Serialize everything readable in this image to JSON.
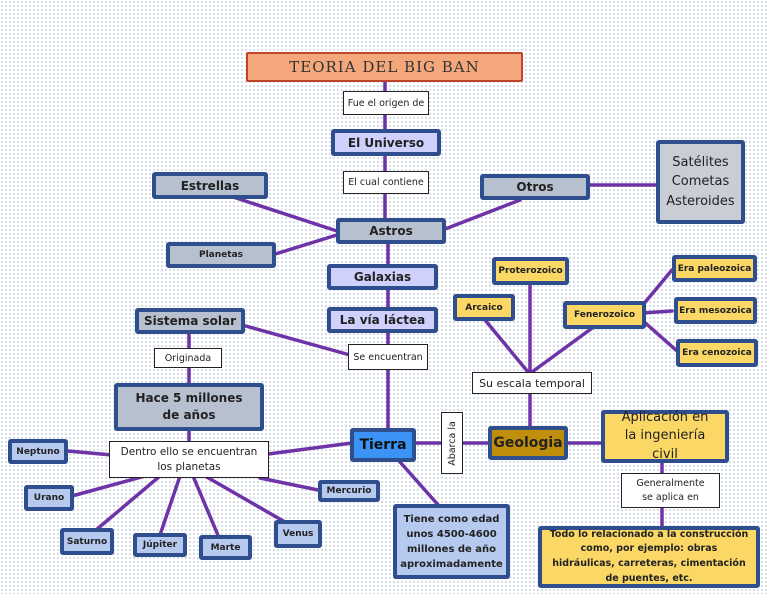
{
  "diagram": {
    "title": "TEORIA DEL BIG BAN",
    "connectors": {
      "origin": "Fue el origen de",
      "contains": "El cual contiene",
      "originated": "Originada",
      "found_in": "Se encuentran",
      "inside": "Dentro ello se encuentran los planetas",
      "covers": "Abarca la",
      "time_scale": "Su escala temporal",
      "generally": "Generalmente se aplica en"
    },
    "nodes": {
      "universe": "El Universo",
      "stars": "Estrellas",
      "others": "Otros",
      "others_list": [
        "Satélites",
        "Cometas",
        "Asteroides"
      ],
      "astros": "Astros",
      "planets": "Planetas",
      "galaxies": "Galaxias",
      "milky_way": "La vía láctea",
      "solar_system": "Sistema solar",
      "five_million": "Hace 5 millones de años",
      "earth": "Tierra",
      "earth_age": "Tiene como edad unos 4500-4600 millones de año aproximadamente",
      "geology": "Geologia",
      "eons": {
        "archaic": "Arcaico",
        "proterozoic": "Proterozoico",
        "phanerozoic": "Fenerozoico"
      },
      "eras": {
        "paleozoic": "Era paleozoica",
        "mesozoic": "Era mesozoica",
        "cenozoic": "Era cenozoica"
      },
      "civil_eng": "Aplicación en la ingeniería civil",
      "construction": "Todo lo relacionado a la construcción como, por ejemplo: obras hidráulicas, carreteras, cimentación de puentes, etc."
    },
    "planets": {
      "neptune": "Neptuno",
      "uranus": "Urano",
      "saturn": "Saturno",
      "jupiter": "Júpiter",
      "mars": "Marte",
      "venus": "Venus",
      "mercury": "Mercurio"
    }
  }
}
